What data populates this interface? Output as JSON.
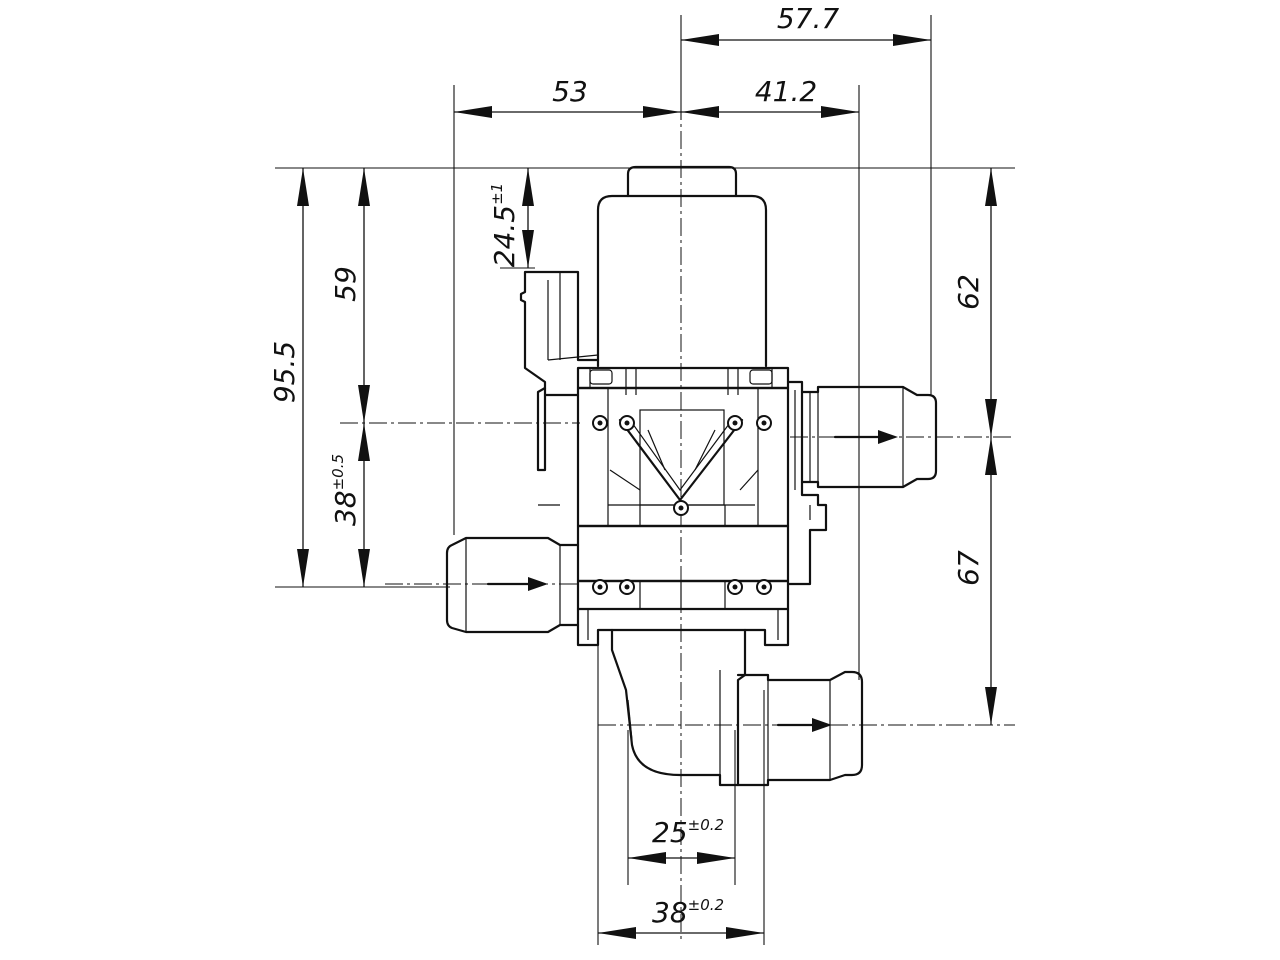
{
  "dimensions": {
    "top_overall": {
      "value": "57.7"
    },
    "top_left": {
      "value": "53"
    },
    "top_right": {
      "value": "41.2"
    },
    "left_overall": {
      "value": "95.5"
    },
    "left_upper": {
      "value": "59"
    },
    "left_lower": {
      "value": "38",
      "tolerance": "±0.5"
    },
    "actuator_height": {
      "value": "24.5",
      "tolerance": "±1"
    },
    "right_upper": {
      "value": "62"
    },
    "right_lower": {
      "value": "67"
    },
    "bottom_inner": {
      "value": "25",
      "tolerance": "±0.2"
    },
    "bottom_outer": {
      "value": "38",
      "tolerance": "±0.2"
    }
  }
}
